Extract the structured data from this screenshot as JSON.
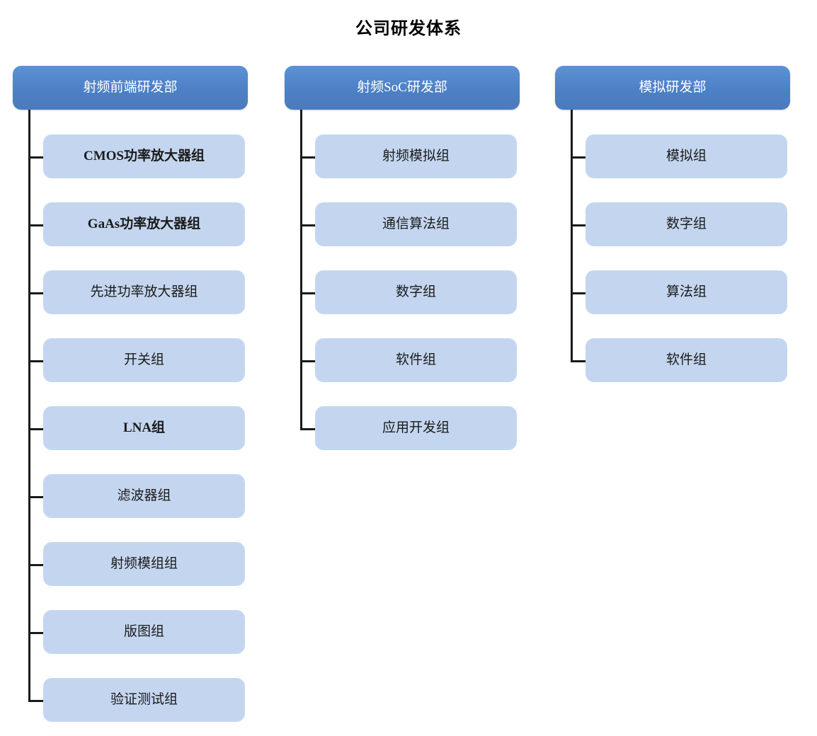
{
  "title": "公司研发体系",
  "theme": {
    "header_color": "#4d80c4",
    "child_color": "#c4d6ef",
    "connector_color": "#1a1a1a",
    "header_text_color": "#ffffff",
    "child_text_color": "#1a1a1a",
    "background": "#ffffff"
  },
  "columns": [
    {
      "header": "射频前端研发部",
      "children": [
        {
          "label": "CMOS功率放大器组",
          "bold": true
        },
        {
          "label": "GaAs功率放大器组",
          "bold": true
        },
        {
          "label": "先进功率放大器组",
          "bold": false
        },
        {
          "label": "开关组",
          "bold": false
        },
        {
          "label": "LNA组",
          "bold": true
        },
        {
          "label": "滤波器组",
          "bold": false
        },
        {
          "label": "射频模组组",
          "bold": false
        },
        {
          "label": "版图组",
          "bold": false
        },
        {
          "label": "验证测试组",
          "bold": false
        }
      ]
    },
    {
      "header": "射频SoC研发部",
      "children": [
        {
          "label": "射频模拟组",
          "bold": false
        },
        {
          "label": "通信算法组",
          "bold": false
        },
        {
          "label": "数字组",
          "bold": false
        },
        {
          "label": "软件组",
          "bold": false
        },
        {
          "label": "应用开发组",
          "bold": false
        }
      ]
    },
    {
      "header": "模拟研发部",
      "children": [
        {
          "label": "模拟组",
          "bold": false
        },
        {
          "label": "数字组",
          "bold": false
        },
        {
          "label": "算法组",
          "bold": false
        },
        {
          "label": "软件组",
          "bold": false
        }
      ]
    }
  ]
}
